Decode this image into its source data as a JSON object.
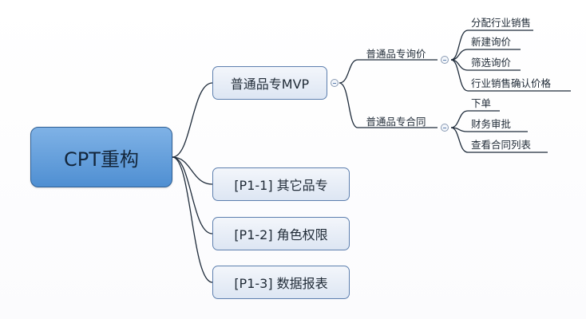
{
  "diagram": {
    "root": {
      "label": "CPT重构"
    },
    "branches": [
      {
        "label": "普通品专MVP",
        "children": [
          {
            "label": "普通品专询价",
            "children": [
              "分配行业销售",
              "新建询价",
              "筛选询价",
              "行业销售确认价格"
            ]
          },
          {
            "label": "普通品专合同",
            "children": [
              "下单",
              "财务审批",
              "查看合同列表"
            ]
          }
        ]
      },
      {
        "label": "[P1-1] 其它品专"
      },
      {
        "label": "[P1-2] 角色权限"
      },
      {
        "label": "[P1-3] 数据报表"
      }
    ],
    "colors": {
      "root_fill": "#5b9bd9",
      "node_border": "#5d7fae",
      "connector": "#1e2b3a"
    }
  }
}
